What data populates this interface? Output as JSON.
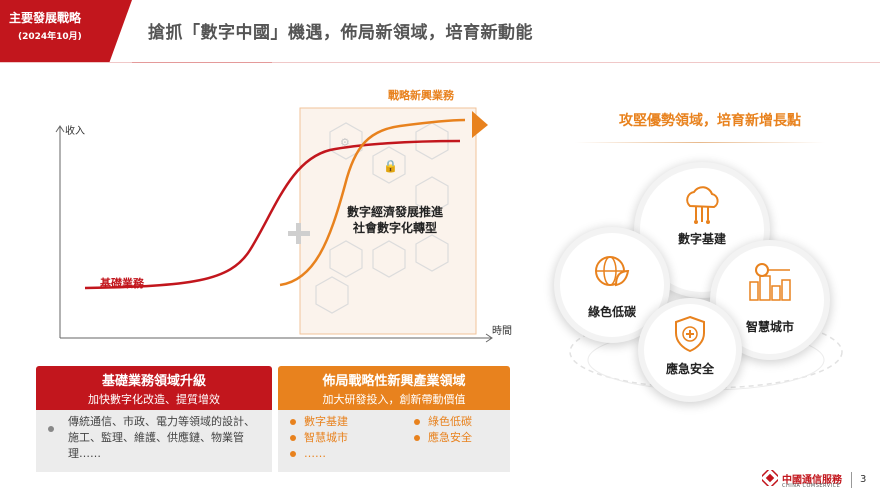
{
  "header": {
    "section": "主要發展戰略",
    "date": "(2024年10月)",
    "title": "搶抓「數字中國」機遇，佈局新領域，培育新動能"
  },
  "chart": {
    "y_axis_label": "收入",
    "x_axis_label": "時間",
    "base_label": "基礎業務",
    "strategic_label": "戰略新興業務",
    "center_line1": "數字經濟發展推進",
    "center_line2": "社會數字化轉型"
  },
  "left_panel": {
    "title": "基礎業務領域升級",
    "subtitle": "加快數字化改造、提質增效",
    "text": "傳統通信、市政、電力等領域的設計、施工、監理、維護、供應鏈、物業管理……"
  },
  "right_panel": {
    "title": "佈局戰略性新興產業領域",
    "subtitle": "加大研發投入，創新帶動價值",
    "items": [
      "數字基建",
      "綠色低碳",
      "智慧城市",
      "應急安全",
      "……"
    ]
  },
  "advantage": {
    "title": "攻堅優勢領域，培育新增長點",
    "circles": [
      "數字基建",
      "綠色低碳",
      "智慧城市",
      "應急安全"
    ]
  },
  "footer": {
    "logo_text": "中國通信服務",
    "logo_sub": "CHINA COMSERVICE",
    "page": "3"
  },
  "colors": {
    "red": "#c2161d",
    "orange": "#e8821e"
  }
}
